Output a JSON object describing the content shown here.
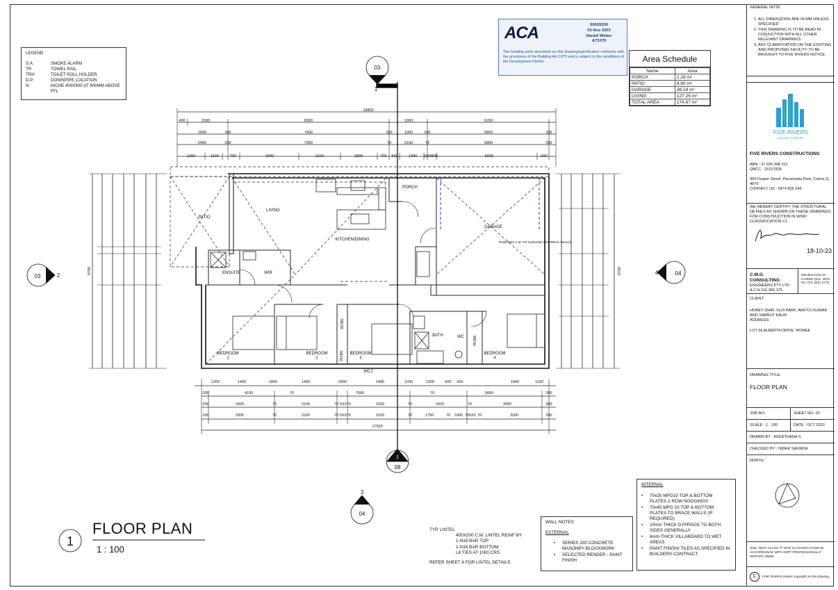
{
  "legend": {
    "heading": "LEGEND",
    "items": [
      {
        "code": "S.A.",
        "desc": "SMOKE ALARM"
      },
      {
        "code": "TR",
        "desc": "TOWEL RAIL"
      },
      {
        "code": "TRH",
        "desc": "TOILET ROLL HOLDER"
      },
      {
        "code": "D.P.",
        "desc": "DOWNPIPE LOCATION"
      },
      {
        "code": "N",
        "desc": "NICHE 400X600 AT 900MM ABOVE FFL"
      }
    ]
  },
  "stamp": {
    "logo": "ACA",
    "number": "00029326",
    "date": "03 Nov 2023",
    "name": "Harald Weber",
    "code": "A73379",
    "text": "The building work described on this drawing/specification conforms with the provisions of the Building Act 1975 and is subject to the conditions of the Development Permit."
  },
  "area_schedule": {
    "title": "Area Schedule",
    "headers": [
      "Name",
      "Area"
    ],
    "rows": [
      [
        "PORCH",
        "2.28 m²"
      ],
      [
        "PATIO",
        "8.90 m²"
      ],
      [
        "GARAGE",
        "36.24 m²"
      ],
      [
        "LIVING",
        "127.25 m²"
      ],
      [
        "TOTAL AREA",
        "174.67 m²"
      ]
    ]
  },
  "dims": {
    "overall_top": "18800",
    "top_row1": [
      "400",
      "2000",
      "8300",
      "1900",
      "6200"
    ],
    "top_row2": [
      "2400",
      "200",
      "7900",
      "200",
      "1900",
      "200",
      "5800",
      "200"
    ],
    "top_row3": [
      "2400",
      "200",
      "7900",
      "70",
      "2160",
      "70",
      "5800",
      "200"
    ],
    "top_row4": [
      "1300",
      "1100",
      "700",
      "3000",
      "2100",
      "1800",
      "700",
      "500",
      "1300",
      "1000",
      "600",
      "5000",
      "600"
    ],
    "bottom_row1": [
      "1200",
      "1400",
      "1800",
      "1400",
      "2400",
      "1400",
      "1200",
      "1200",
      "600",
      "600",
      "1400",
      "1100"
    ],
    "bottom_row2": [
      "200",
      "4100",
      "70",
      "7060",
      "70",
      "5800",
      "200"
    ],
    "bottom_row3": [
      "200",
      "3300",
      "70",
      "3100",
      "70",
      "53",
      "0",
      "70",
      "3100",
      "70",
      "2820",
      "70",
      "3900",
      "200"
    ],
    "bottom_row4": [
      "200",
      "3300",
      "70",
      "3100",
      "70",
      "53",
      "0",
      "70",
      "3100",
      "70",
      "1750",
      "70",
      "1000",
      "70",
      "53",
      "0",
      "70",
      "3300",
      "200"
    ],
    "overall_bottom": "17500",
    "left_overall": "9700",
    "right_overall": "9700"
  },
  "rooms": {
    "living": "LIVING",
    "patio": "PATIO",
    "kitchen": "KITCHEN/DINING",
    "porch": "PORCH",
    "garage": "GARAGE",
    "ensuite": "ENSUITE",
    "wir": "WIR",
    "bed1": "BEDROOM\n1",
    "bed2": "BEDROOM\n2",
    "bed3": "BEDROOM\n3",
    "bed4": "BEDROOM\n4",
    "robe": "ROBE",
    "bath": "BATH",
    "wc": "WC",
    "wcj": "WCJ",
    "garage_note": "POINTED C.M. TO GARAGE INTERNAL WALLS"
  },
  "sections": {
    "top": {
      "num": "03",
      "ref": "1"
    },
    "left": {
      "num": "03",
      "ref": "2"
    },
    "right": {
      "num": "04",
      "ref": "4"
    },
    "bottom": {
      "num": "1",
      "ref": "08"
    },
    "bottom2": {
      "num": "04",
      "ref": "3"
    }
  },
  "drawing": {
    "number": "1",
    "title": "FLOOR PLAN",
    "scale": "1 : 100"
  },
  "lintel": {
    "lines": [
      "TYP. LINTEL",
      "400X200 C.M. LINTEL REINF BY",
      "1-N16 BAR TOP",
      "1-N16 BAR BOTTOM",
      "L8 TIES AT 1000 CRS"
    ],
    "ref": "REFER SHEET 6 FOR LINTEL DETAILS"
  },
  "wall_notes": {
    "heading": "WALL NOTES",
    "sub": "EXTERNAL",
    "items": [
      "SERIES 200 CONCRETE MASONRY BLOCKWORK",
      "SELECTED RENDER - PAINT FINISH"
    ]
  },
  "internal": {
    "heading": "INTERNAL",
    "items": [
      "70x35 MPG10 TOP & BOTTOM PLATES-1 ROW NOGGINGS",
      "70x45 MPG 10 TOP & BOTTOM PLATES TO BRACE WALLS (IF REQUIRED)",
      "10mm THICK GYPROCK TO BOTH SIDES GENERALLY",
      "6mm THICK VILLABOARD TO WET AREAS",
      "PAINT FINISH/ TILES AS SPECIFIED IN BUILDERS CONTRACT"
    ]
  },
  "title_block": {
    "general_note_heading": "GENERAL NOTE",
    "general_notes": [
      "ALL DIMENSIONS ARE IN MM UNLESS SPECIFIED",
      "THIS DRAWING IS TO BE READ IN CONJUCTION WITH ALL OTHER RELEVANT DRAWINGS.",
      "ANY CLARIFICATION ON THE EXISTING AND PROPOSED FACILITY TO BE BROUGHT TO FIVE RIVERS NOTICE."
    ],
    "logo_name": "FIVE RIVERS",
    "logo_tag": "BUILDING TO INSPIRE",
    "company": "FIVE RIVERS CONSTRUCTIONS",
    "abn": "ABN    :  37 635 998 211",
    "qbcc": "QBCC  :  15157828",
    "address": "300 Draper Street, Parramatta Park, Cairns Q. 4870",
    "contact": "CONTACT US  :  0474 826 546",
    "certify": "WE HEREBY CERTIFY THE STRUCTURAL DETAILS AS SHOWN ON THESE DRAWINGS FOR CONSTRUCTION IN WIND CLASSIFICATION C1",
    "cert_date": "18-10-23",
    "engineer": "C.M.G. CONSULTING",
    "engineer_sub": "ENGINEERS PTY LTD",
    "engineer_acn": "A.C.N 011 955 375",
    "engineer_addr": "208 BUCHAN ST. CAIRNS QLD. 4870 PH. (07) 4031 2775",
    "client_label": "CLIENT:",
    "client": "HONEY DHIR, SUJI PARK, AMITOJ KUMAR AND SARBJIT KAUR",
    "address_label": "ADDRESS:",
    "site": "LOT 66 ALBERTA DRIVE, WOREE",
    "drawing_title_label": "DRAWING TITLE:",
    "drawing_title": "FLOOR PLAN",
    "job_no": "JOB NO:",
    "sheet_no": "SHEET NO.  02",
    "scale": "SCALE :   1 : 100",
    "date": "DATE :  OCT 2023",
    "drawn_by": "DRAWN BY   :  KEERTHANA S",
    "checked_by": "CHECKED BY :  INDER SAUNDH",
    "north": "NORTH :",
    "soil": "SOIL TEST CLASS 'P' SITE CLASSIFICATION IN ACCORDANCE WITH DIRT PROFESSIONALS' REPORT 25665",
    "copyright": "FIVE RIVERS retains copyright on this drawing.",
    "copyright_symbol": "C"
  }
}
